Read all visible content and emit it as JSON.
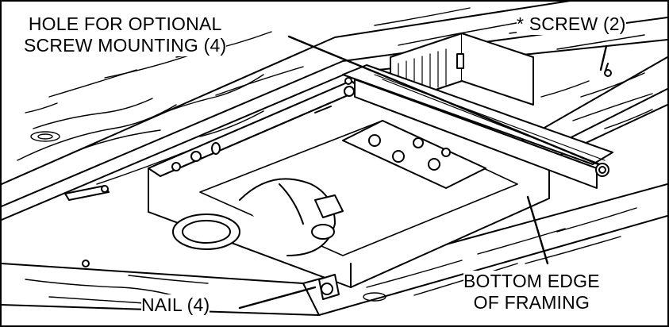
{
  "labels": {
    "hole": [
      "HOLE FOR OPTIONAL",
      "SCREW MOUNTING (4)"
    ],
    "screw": "* SCREW (2)",
    "bottom_edge": [
      "BOTTOM EDGE",
      "OF FRAMING"
    ],
    "nail": "NAIL (4)"
  },
  "colors": {
    "ink": "#000000",
    "paper": "#ffffff"
  }
}
